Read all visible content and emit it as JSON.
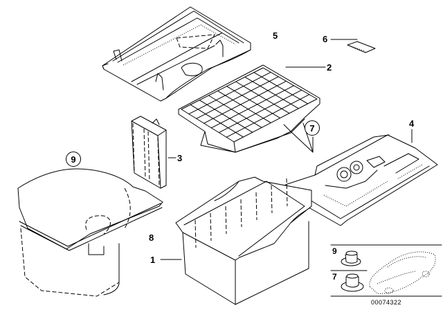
{
  "diagram": {
    "title": "Trunk storage parts diagram",
    "reference_number": "00074322",
    "parts": [
      {
        "id": "part-1",
        "label": "1",
        "name": "storage box",
        "circled": false
      },
      {
        "id": "part-2",
        "label": "2",
        "name": "grid tray",
        "circled": false
      },
      {
        "id": "part-3",
        "label": "3",
        "name": "divider insert",
        "circled": false
      },
      {
        "id": "part-4",
        "label": "4",
        "name": "tool tray",
        "circled": false
      },
      {
        "id": "part-5",
        "label": "5",
        "name": "trunk floor cover",
        "circled": false
      },
      {
        "id": "part-6",
        "label": "6",
        "name": "strip",
        "circled": false
      },
      {
        "id": "part-7",
        "label": "7",
        "name": "nut (callout)",
        "circled": true
      },
      {
        "id": "part-8",
        "label": "8",
        "name": "mounting",
        "circled": false
      },
      {
        "id": "part-9",
        "label": "9",
        "name": "nut (callout)",
        "circled": true
      }
    ],
    "inset": {
      "items": [
        {
          "label": "9",
          "name": "nut-9"
        },
        {
          "label": "7",
          "name": "nut-7"
        }
      ],
      "car_icon": "sedan-car-icon"
    }
  }
}
